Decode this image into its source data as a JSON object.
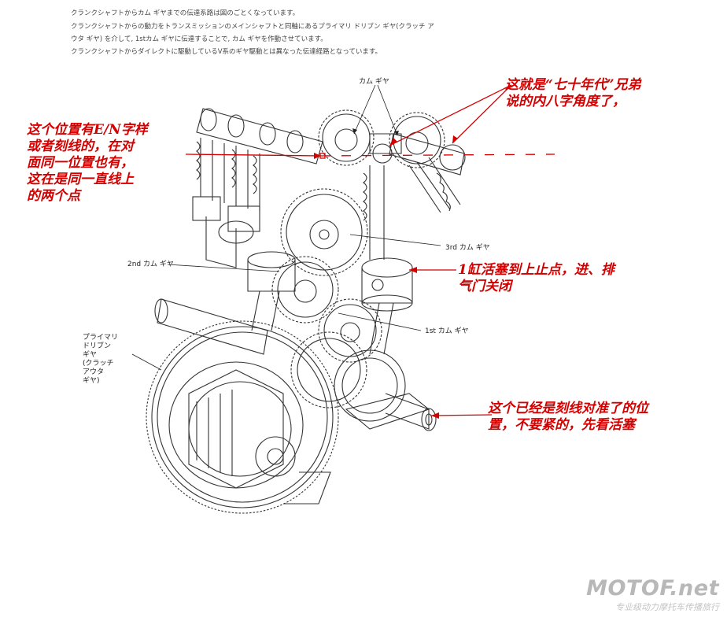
{
  "intro_lines": [
    "クランクシャフトからカム ギヤまでの伝達系路は図のごとくなっています。",
    "クランクシャフトからの動力をトランスミッションのメインシャフトと同軸にあるプライマリ ドリブン ギヤ(クラッチ ア",
    "ウタ ギヤ) を介して, 1stカム ギヤに伝達することで, カム ギヤを作動させています。",
    "クランクシャフトからダイレクトに駆動しているV系のギヤ駆動とは異なった伝達経路となっています。"
  ],
  "labels": {
    "cam_gear": "カム ギヤ",
    "third_cam_gear": "3rd カム ギヤ",
    "second_cam_gear": "2nd カム ギヤ",
    "first_cam_gear": "1st カム ギヤ",
    "primary_driven": [
      "プライマリ",
      "ドリブン",
      "ギヤ",
      "(クラッチ",
      "アウタ",
      "ギヤ)"
    ]
  },
  "notes": {
    "alignment_marks": [
      "这个位置有E/N字样",
      "或者刻线的，在对",
      "面同一位置也有，",
      "这在是同一直线上",
      "的两个点"
    ],
    "v_angle": [
      "这就是“七十年代”兄弟",
      "说的内八字角度了，"
    ],
    "piston_tdc": [
      "1缸活塞到上止点，进、排",
      "气门关闭"
    ],
    "crank_mark": [
      "这个已经是刻线对准了的位",
      "置，不要紧的，先看活塞"
    ]
  },
  "watermark": {
    "brand": "MOTOF.net",
    "tagline": "专业级动力摩托车传播旅行"
  },
  "colors": {
    "annotation": "#d40000",
    "line_art": "#333333",
    "watermark": "#b8b8b8"
  }
}
